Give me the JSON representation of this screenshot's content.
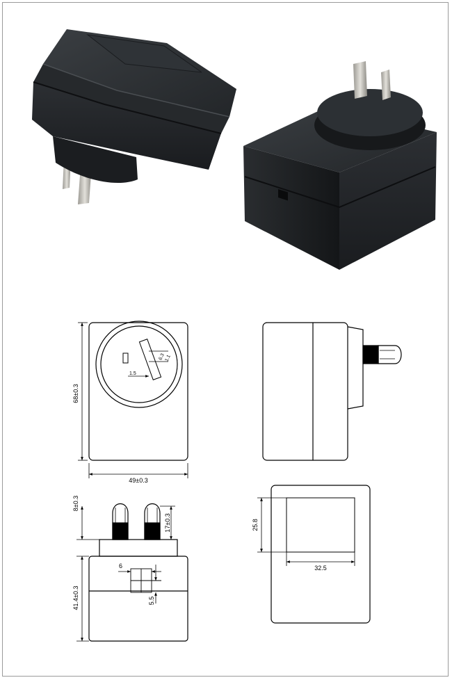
{
  "dimensions": {
    "height": "68±0.3",
    "width": "49±0.3",
    "pin_width": "1.5",
    "pin_small_a": "6.3",
    "pin_small_b": "1.1",
    "pin_length": "8±0.3",
    "pin_height": "17±0.3",
    "body_depth": "41.4±0.3",
    "pin_pitch": "6",
    "pin_thickness": "5.5",
    "cut_height": "25.8",
    "cut_width": "32.5"
  },
  "colors": {
    "body": "#1c1f22",
    "line": "#000000",
    "background": "#ffffff",
    "frame": "#9a9a9a"
  }
}
